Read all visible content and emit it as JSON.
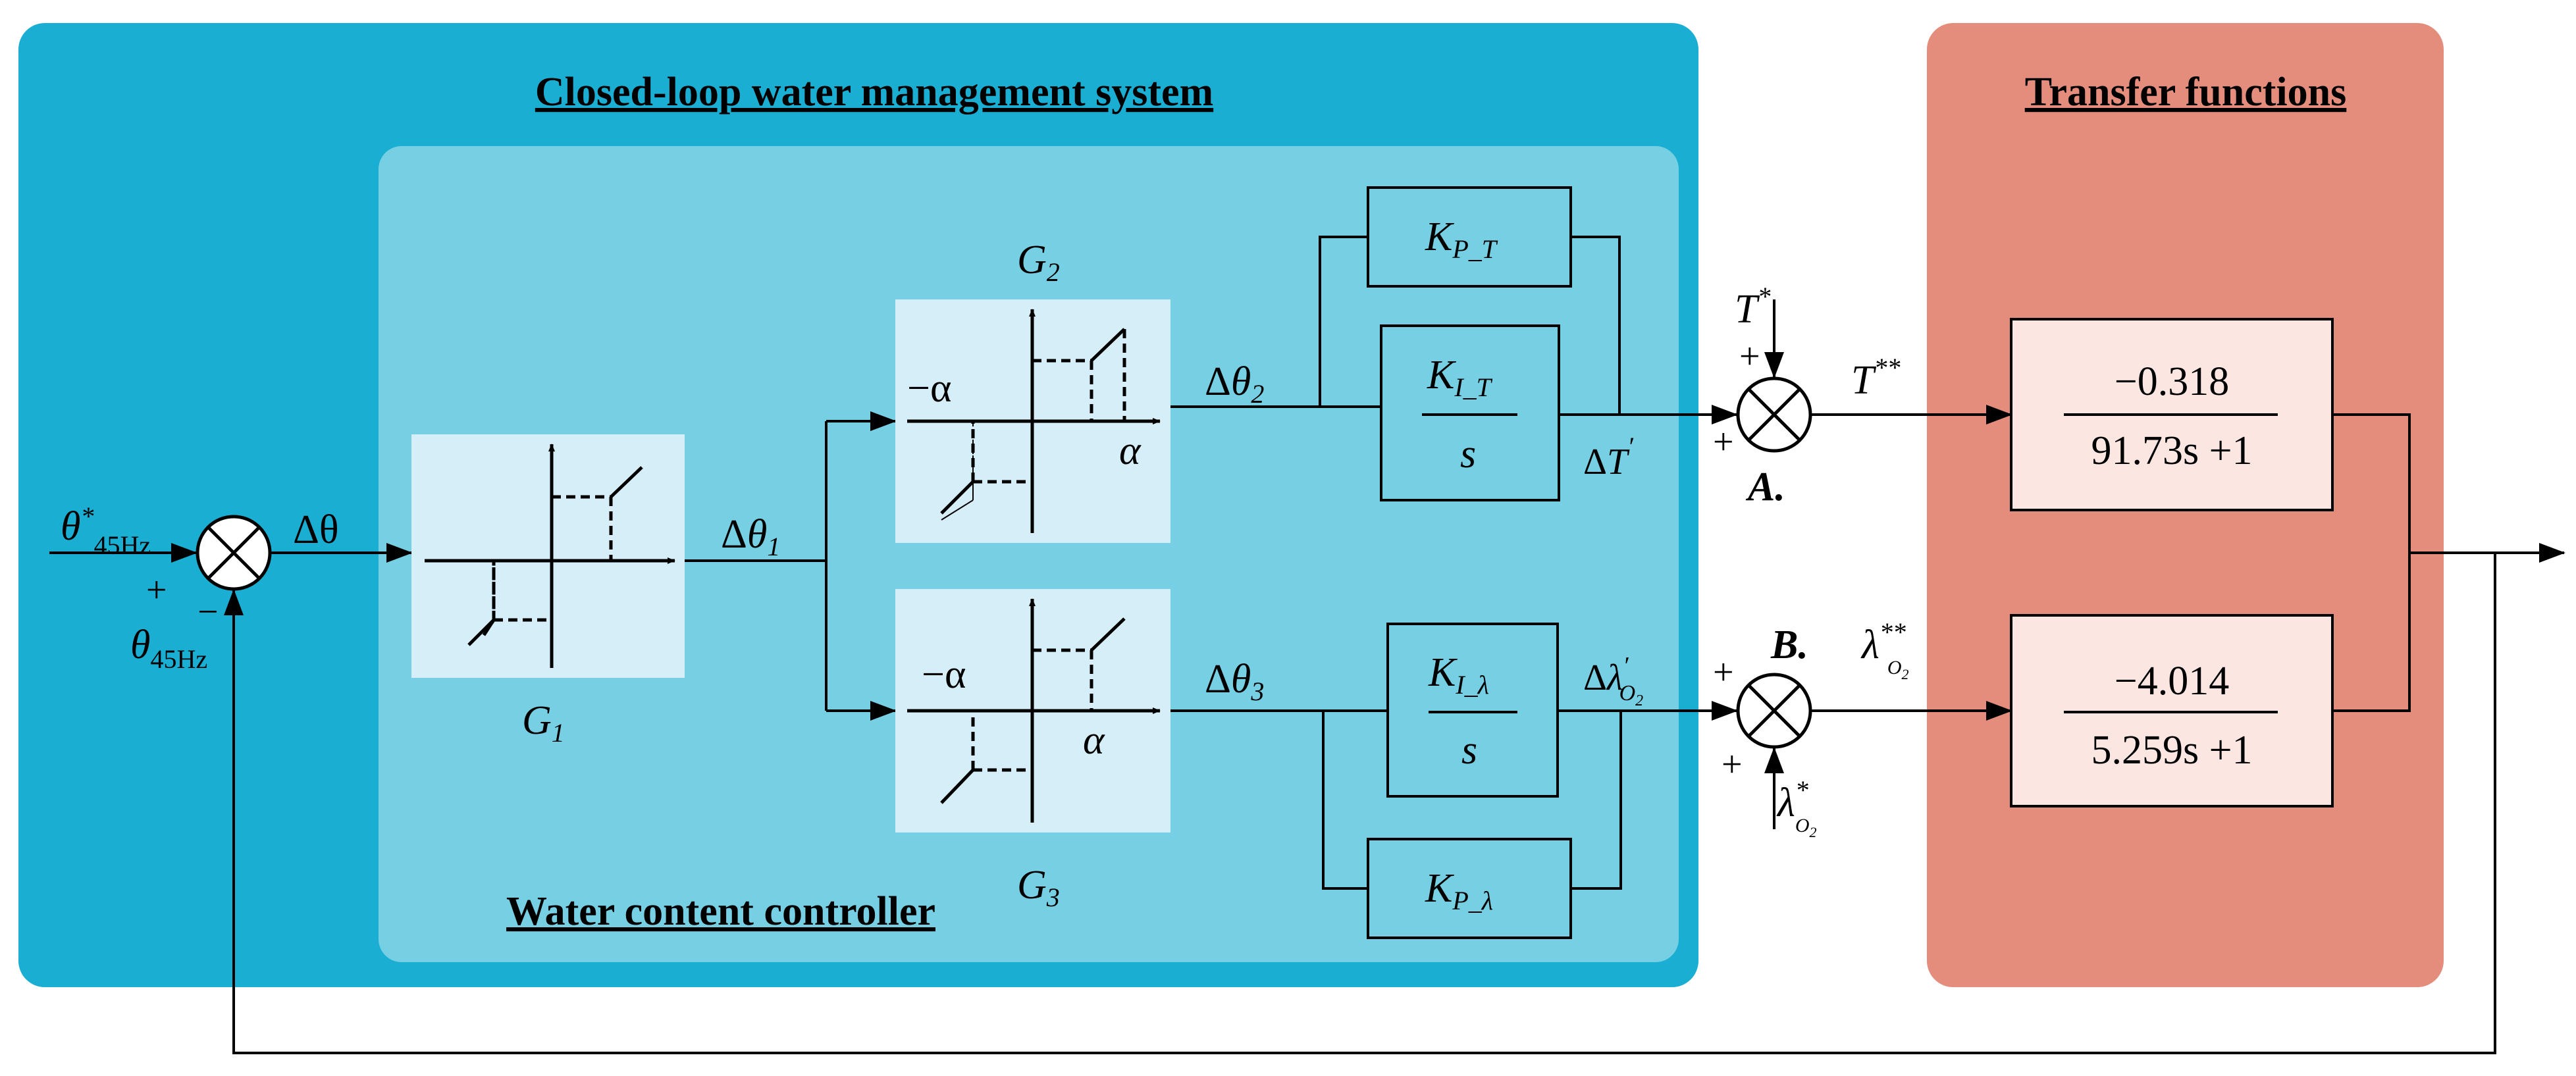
{
  "panels": {
    "closed_loop_title": "Closed-loop water management system",
    "controller_title": "Water content controller",
    "transfer_title": "Transfer functions"
  },
  "colors": {
    "outer_panel": "#1aaed3",
    "inner_panel": "#76cfe3",
    "nonlinear_block": "#d6eef8",
    "transfer_panel": "#e48d7d",
    "transfer_block": "#fbe6e2"
  },
  "signals": {
    "input_ref": "θ*45Hz",
    "input_ref_base": "θ",
    "input_ref_sup": "*",
    "input_ref_sub": "45Hz",
    "feedback_base": "θ",
    "feedback_sub": "45Hz",
    "plus_top": "+",
    "minus_bottom": "−",
    "delta_theta": "Δθ",
    "delta_theta1": "Δθ",
    "delta_theta1_sub": "1",
    "delta_theta2": "Δθ",
    "delta_theta2_sub": "2",
    "delta_theta3": "Δθ",
    "delta_theta3_sub": "3",
    "delta_T_prime": "ΔT",
    "prime": "′",
    "delta_lambda": "Δλ",
    "lambda_sub": "O",
    "lambda_sub2": "2",
    "T_star": "T",
    "T_star_sup": "*",
    "T_2star": "T",
    "T_2star_sup": "**",
    "lambda_2star": "λ",
    "lambda_2star_sup": "**",
    "lambda_star": "λ",
    "lambda_star_sup": "*",
    "junction_A": "A.",
    "junction_B": "B."
  },
  "blocks": {
    "G1": "G",
    "G1_sub": "1",
    "G2": "G",
    "G2_sub": "2",
    "G3": "G",
    "G3_sub": "3",
    "alpha": "α",
    "neg_alpha": "−α",
    "K": "K",
    "KP_T_sub": "P_T",
    "KI_T_sub": "I_T",
    "KI_lambda_sub": "I_λ",
    "KP_lambda_sub": "P_λ",
    "s": "s"
  },
  "transfer_functions": {
    "tf1_num": "−0.318",
    "tf1_den": "91.73s +1",
    "tf2_num": "−4.014",
    "tf2_den": "5.259s +1"
  }
}
